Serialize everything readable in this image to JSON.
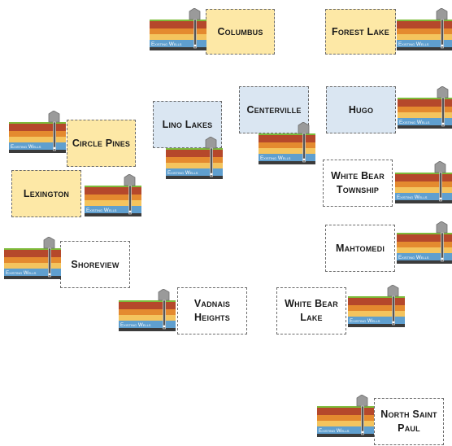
{
  "colors": {
    "yellow_fill": "#fde8a6",
    "blue_fill": "#dae6f2",
    "white_fill": "#ffffff",
    "layer_grass": "#7dbb3a",
    "layer_red": "#b5482b",
    "layer_orange": "#e48a2f",
    "layer_sand": "#f4c45e",
    "layer_water": "#5f9fcf",
    "layer_base": "#3b3b3b"
  },
  "well_icon": {
    "icon": "well-cross-section-icon",
    "label": "Existing Wells"
  },
  "cities": [
    {
      "id": "columbus",
      "label": "Columbus",
      "fill": "yellow"
    },
    {
      "id": "forest-lake",
      "label": "Forest Lake",
      "fill": "yellow"
    },
    {
      "id": "circle-pines",
      "label": "Circle Pines",
      "fill": "yellow"
    },
    {
      "id": "lino-lakes",
      "label": "Lino Lakes",
      "fill": "blue"
    },
    {
      "id": "centerville",
      "label": "Centerville",
      "fill": "blue"
    },
    {
      "id": "hugo",
      "label": "Hugo",
      "fill": "blue"
    },
    {
      "id": "lexington",
      "label": "Lexington",
      "fill": "yellow"
    },
    {
      "id": "white-bear-township",
      "label": "White Bear Township",
      "fill": "white"
    },
    {
      "id": "mahtomedi",
      "label": "Mahtomedi",
      "fill": "white"
    },
    {
      "id": "shoreview",
      "label": "Shoreview",
      "fill": "white"
    },
    {
      "id": "vadnais-heights",
      "label": "Vadnais Heights",
      "fill": "white"
    },
    {
      "id": "white-bear-lake",
      "label": "White Bear Lake",
      "fill": "white"
    },
    {
      "id": "north-saint-paul",
      "label": "North Saint Paul",
      "fill": "white"
    }
  ]
}
